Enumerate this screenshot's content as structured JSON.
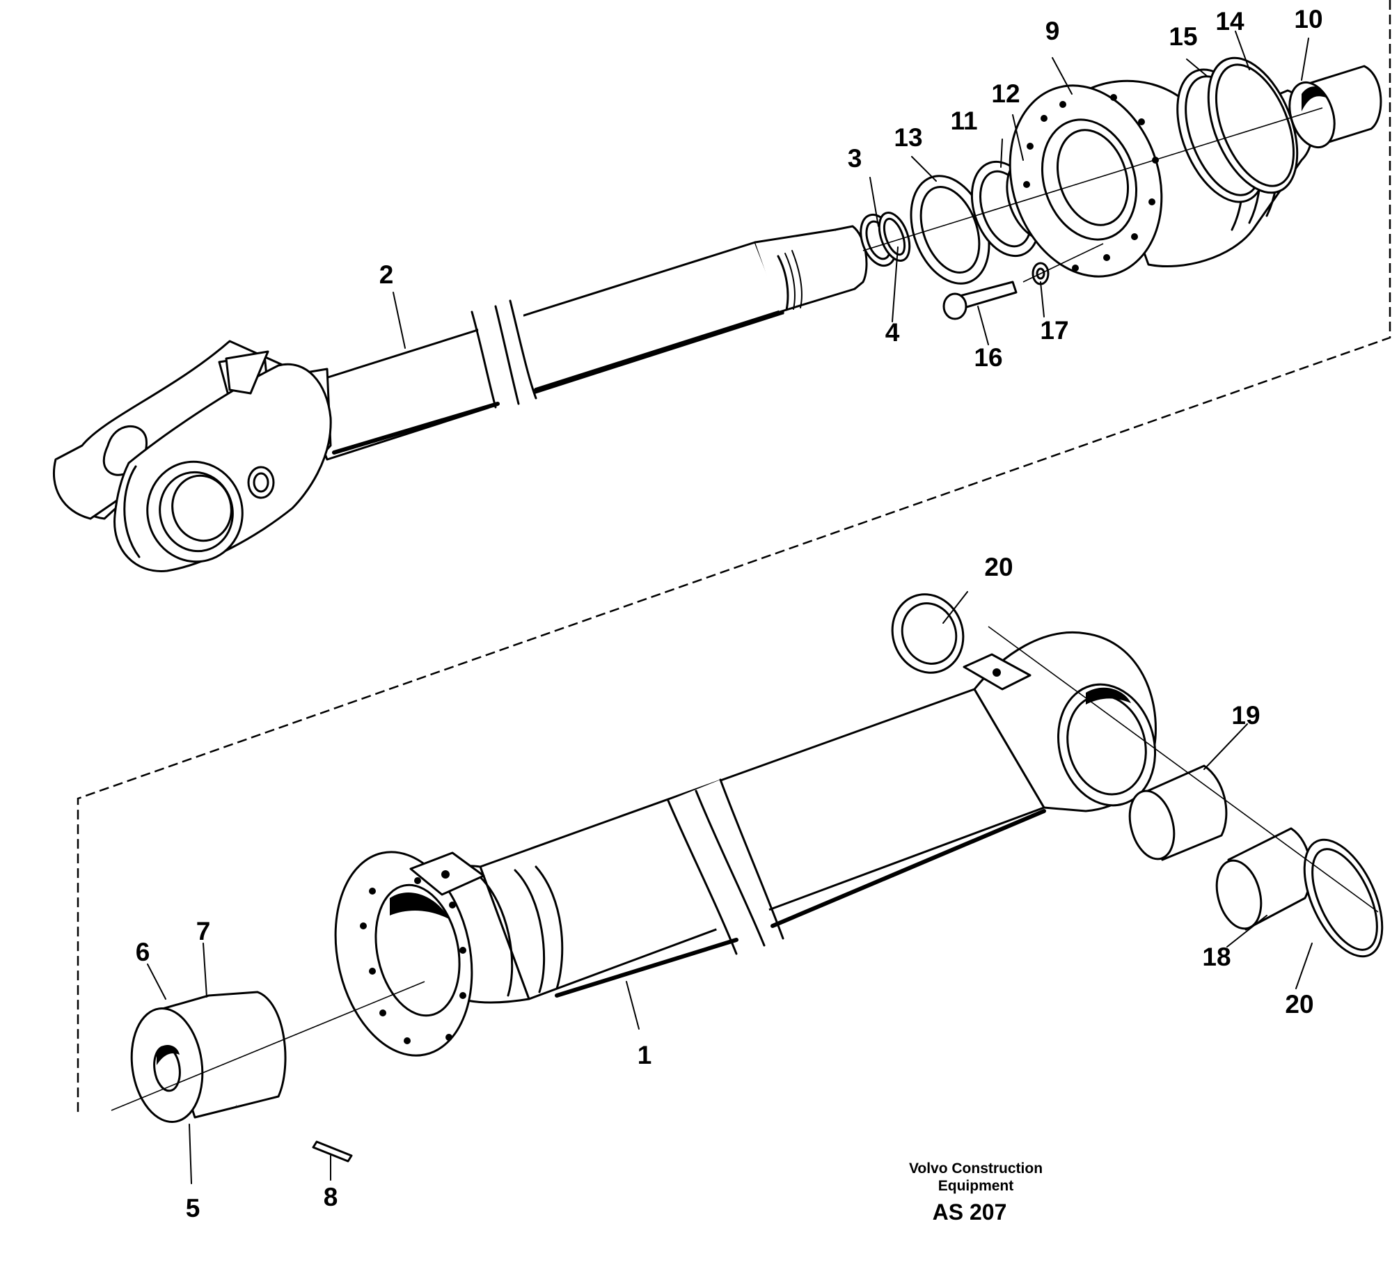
{
  "callouts": {
    "c1": "1",
    "c2": "2",
    "c3": "3",
    "c4": "4",
    "c5": "5",
    "c6": "6",
    "c7": "7",
    "c8": "8",
    "c9": "9",
    "c10": "10",
    "c11": "11",
    "c12": "12",
    "c13": "13",
    "c14": "14",
    "c15": "15",
    "c16": "16",
    "c17": "17",
    "c18": "18",
    "c19": "19",
    "c20a": "20",
    "c20b": "20"
  },
  "footer": {
    "line1": "Volvo Construction",
    "line2": "Equipment",
    "code": "AS 207"
  }
}
